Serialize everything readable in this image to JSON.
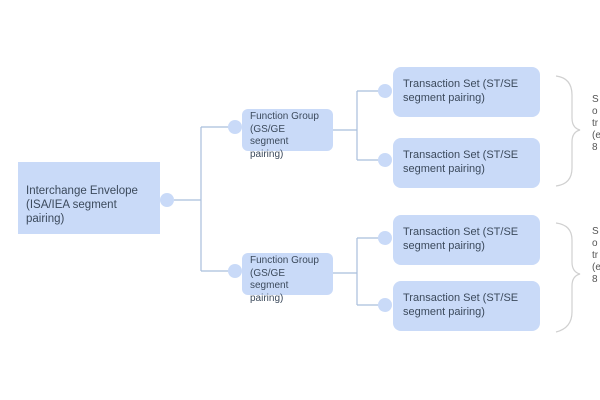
{
  "envelope": {
    "label_line1": "Interchange Envelope",
    "label_line2": "(ISA/IEA segment pairing)"
  },
  "function_groups": [
    {
      "line1": "Function Group",
      "line2": "(GS/GE segment",
      "line3": "pairing)"
    },
    {
      "line1": "Function Group",
      "line2": "(GS/GE segment",
      "line3": "pairing)"
    }
  ],
  "transaction_sets": [
    {
      "line1": "Transaction Set (ST/SE",
      "line2": "segment pairing)"
    },
    {
      "line1": "Transaction Set (ST/SE",
      "line2": "segment pairing)"
    },
    {
      "line1": "Transaction Set (ST/SE",
      "line2": "segment pairing)"
    },
    {
      "line1": "Transaction Set (ST/SE",
      "line2": "segment pairing)"
    }
  ],
  "notes": [
    {
      "lines": [
        "S",
        "o",
        "tr",
        "(e",
        "8"
      ]
    },
    {
      "lines": [
        "S",
        "o",
        "tr",
        "(e",
        "8"
      ]
    }
  ],
  "colors": {
    "node": "#c9daf8",
    "connector": "#a9bfdc",
    "brace": "#d0d0d0"
  }
}
